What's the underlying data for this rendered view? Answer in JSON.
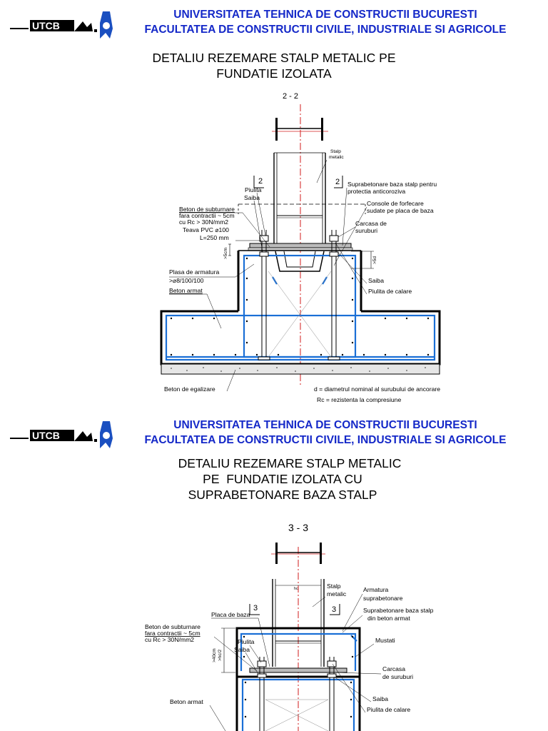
{
  "header": {
    "line1": "UNIVERSITATEA TEHNICA DE CONSTRUCTII BUCURESTI",
    "line2": "FACULTATEA DE CONSTRUCTII CIVILE, INDUSTRIALE SI AGRICOLE",
    "logo_text": "UTCB"
  },
  "detail1": {
    "title_l1": "DETALIU REZEMARE STALP METALIC PE",
    "title_l2": "FUNDATIE IZOLATA",
    "section": "2 - 2",
    "cut_left": "2",
    "cut_right": "2",
    "labels": {
      "stalp": "Stalp",
      "metalic": "metalic",
      "piulita": "Piulita",
      "saiba": "Saiba",
      "beton_sub1": "Beton de subturnare",
      "beton_sub2": "fara contractii ~ 5cm",
      "beton_sub3": "cu Rc > 30N/mm2",
      "teava": "Teava PVC ⌀100",
      "teava_l": "L=250 mm",
      "supra1": "Suprabetonare baza stalp pentru",
      "supra2": "protectia anticoroziva",
      "console1": "Console de forfecare",
      "console2": "sudate pe placa de baza",
      "carcasa1": "Carcasa de",
      "carcasa2": "suruburi",
      "dim_5cm": ">5cm",
      "dim_5d": ">5d",
      "plasa1": "Plasa de armatura",
      "plasa2": ">⌀8/100/100",
      "beton_armat": "Beton armat",
      "saiba_r": "Saiba",
      "piulita_calare": "Piulita de calare",
      "beton_egal": "Beton de egalizare",
      "note_d": "d = diametrul nominal al surubului de ancorare",
      "note_rc": "Rc = rezistenta la compresiune"
    }
  },
  "detail2": {
    "title_l1": "DETALIU REZEMARE STALP METALIC",
    "title_l2": "PE  FUNDATIE IZOLATA CU",
    "title_l3": "SUPRABETONARE BAZA STALP",
    "section": "3 - 3",
    "cut_left": "3",
    "cut_right": "3",
    "labels": {
      "stalp": "Stalp",
      "metalic": "metalic",
      "hc": "hc",
      "armatura1": "Armatura",
      "armatura2": "suprabetonare",
      "placa": "Placa de baza",
      "supra1": "Suprabetonare baza stalp",
      "supra2": "din beton armat",
      "beton_sub1": "Beton de subturnare",
      "beton_sub2": "fara contractii ~ 5cm",
      "beton_sub3": "cu Rc > 30N/mm2",
      "piulita": "Piulita",
      "saiba": "Saiba",
      "dim_40": ">40cm",
      "dim_hc": ">hc/2",
      "mustati": "Mustati",
      "carcasa1": "Carcasa",
      "carcasa2": "de suruburi",
      "beton_armat": "Beton armat",
      "saiba_r": "Saiba",
      "piulita_calare": "Piulita de calare"
    }
  },
  "colors": {
    "header_blue": "#1428c8",
    "rebar_blue": "#1a6fd6",
    "axis_red": "#d21e1e",
    "logo_blue": "#1a4fc0"
  }
}
